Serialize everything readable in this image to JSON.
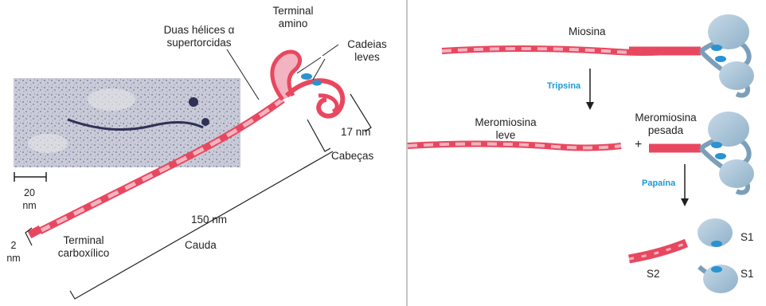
{
  "left_panel": {
    "two_helices": "Duas hélices α\nsupertorcidas",
    "amino_terminal": "Terminal\namino",
    "light_chains": "Cadeias\nleves",
    "heads_length": "17 nm",
    "heads": "Cabeças",
    "scale_bar": "20\nnm",
    "tail_length": "150 nm",
    "tail": "Cauda",
    "tail_width": "2\nnm",
    "carboxyl_terminal": "Terminal\ncarboxílico"
  },
  "right_panel": {
    "myosin": "Miosina",
    "trypsin": "Tripsina",
    "light_meromyosin": "Meromiosina\nleve",
    "plus": "+",
    "heavy_meromyosin": "Meromiosina\npesada",
    "papain": "Papaína",
    "s1_top": "S1",
    "s1_bottom": "S1",
    "s2": "S2"
  },
  "colors": {
    "pink_strand": "#e8485f",
    "light_strand": "#f4b3c0",
    "head_blue": "#a8c4d8",
    "light_chain_blue": "#2a93d1",
    "micrograph": "#c4c6d4",
    "line": "#231f20"
  }
}
